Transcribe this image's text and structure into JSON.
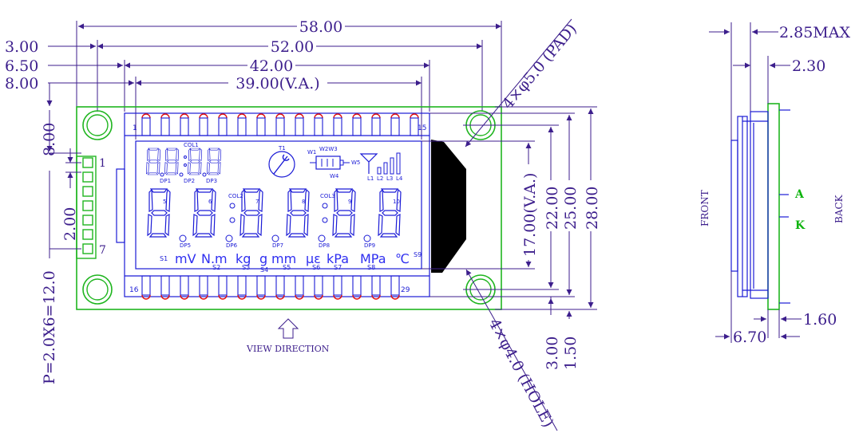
{
  "dimensions": {
    "w58": "58.00",
    "w52": "52.00",
    "w42": "42.00",
    "w39": "39.00(V.A.)",
    "l300": "3.00",
    "l650": "6.50",
    "l800": "8.00",
    "v800": "8.00",
    "v200": "2.00",
    "pitch": "P=2.0X6=12.0",
    "h17": "17.00(V.A.)",
    "h22": "22.00",
    "h25": "25.00",
    "h28": "28.00",
    "b300": "3.00",
    "b150": "1.50",
    "pad": "4×φ5.0 (PAD)",
    "hole": "4×φ4.0 (HOLE)",
    "s285": "2.85MAX",
    "s230": "2.30",
    "s160": "1.60",
    "s670": "6.70"
  },
  "labels": {
    "view_direction": "VIEW DIRECTION",
    "front": "FRONT",
    "back": "BACK",
    "anode": "A",
    "cathode": "K",
    "pin1": "1",
    "pin7": "7",
    "lcd_pin1": "1",
    "lcd_pin15": "15",
    "lcd_pin16": "16",
    "lcd_pin29": "29"
  },
  "lcd_segments": {
    "col1": "COL1",
    "col2": "COL2",
    "col3": "COL3",
    "t1": "T1",
    "w1": "W1",
    "w2w3": "W2W3",
    "w4": "W4",
    "w5": "W5",
    "l1": "L1",
    "l2": "L2",
    "l3": "L3",
    "l4": "L4",
    "dp_small": [
      "DP1",
      "DP2",
      "DP3"
    ],
    "dp_big": [
      "DP5",
      "DP6",
      "DP7",
      "DP8",
      "DP9"
    ],
    "digit_nums": [
      "5",
      "6",
      "7",
      "8",
      "9",
      "10"
    ],
    "s_labels": [
      "S1",
      "S2",
      "S3",
      "S4",
      "S5",
      "S6",
      "S7",
      "S8",
      "S9"
    ],
    "units": [
      "mV",
      "N.m",
      "kg",
      "g",
      "mm",
      "με",
      "kPa",
      "MPa",
      "℃"
    ]
  },
  "colors": {
    "dimension": "#3c1e8c",
    "segment": "#1b1bd6",
    "pcb": "#1fb51f",
    "pad": "#e01010",
    "led": "#0fb40f"
  }
}
